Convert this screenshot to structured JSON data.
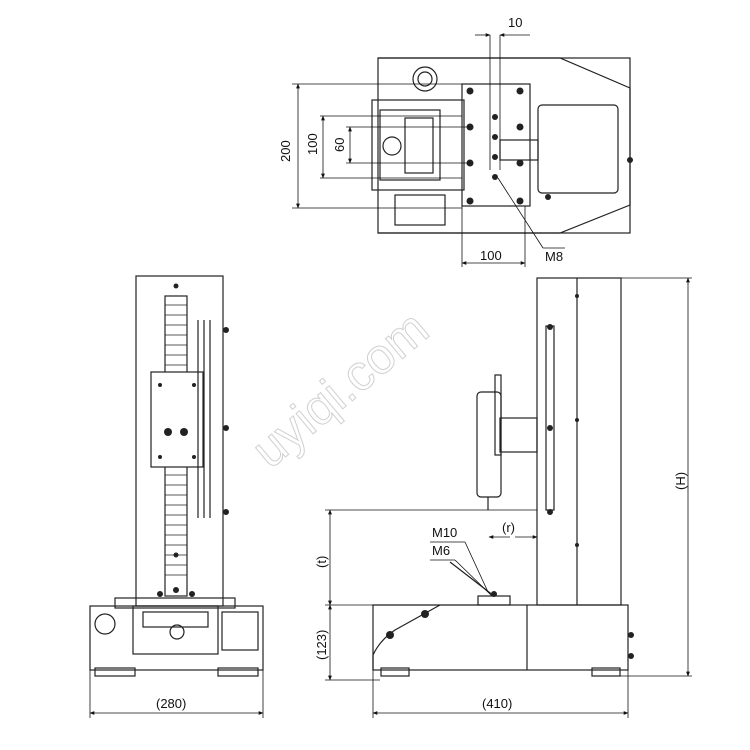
{
  "top_view": {
    "dim_10": "10",
    "dim_200": "200",
    "dim_100_vertical": "100",
    "dim_60": "60",
    "dim_100_horizontal": "100",
    "label_m8": "M8"
  },
  "side_view": {
    "label_m10": "M10",
    "label_m6": "M6",
    "dim_r": "(r)",
    "dim_t": "(t)",
    "dim_123": "(123)",
    "dim_h": "(H)",
    "dim_410": "(410)"
  },
  "front_view": {
    "dim_280": "(280)"
  },
  "watermark": "uyiqi.com"
}
